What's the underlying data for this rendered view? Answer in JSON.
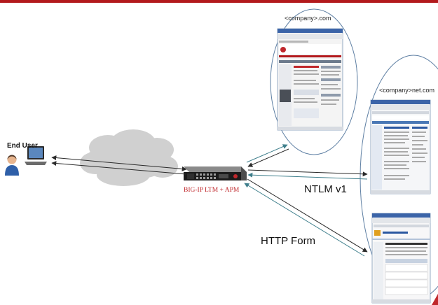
{
  "diagram": {
    "end_user_label": "End User",
    "load_balancer_label": "BIG-IP LTM + APM",
    "sites": [
      {
        "label": "<company>.com"
      },
      {
        "label": "<company>net.com"
      }
    ],
    "connections": [
      {
        "label": "NTLM v1"
      },
      {
        "label": "HTTP Form"
      }
    ]
  },
  "colors": {
    "accent": "#b3191c",
    "lb_label": "#c0282c",
    "arrow": "#2a2a2a",
    "arrow_teal": "#3f7f8c",
    "cloud": "#d0d0d0",
    "ellipse": "#5e7fa3"
  },
  "icons": [
    "user-icon",
    "laptop-icon",
    "cloud-icon",
    "network-device-icon",
    "browser-screenshot-icon"
  ]
}
